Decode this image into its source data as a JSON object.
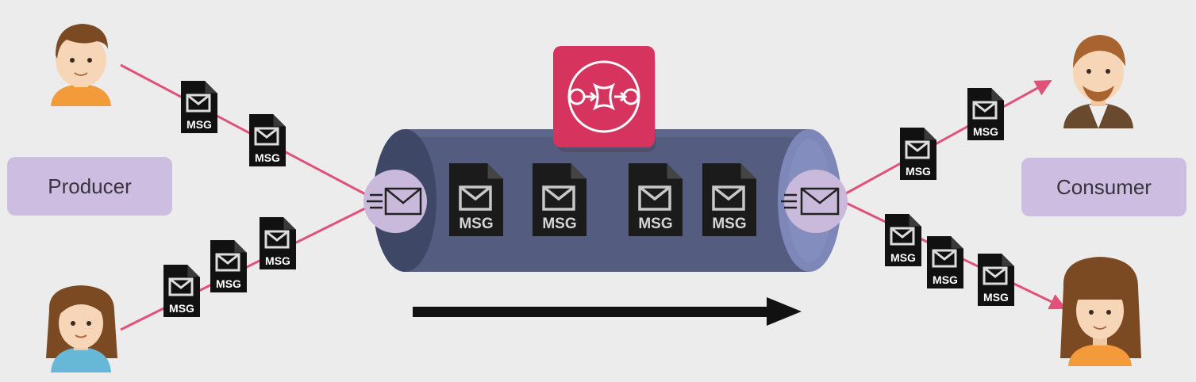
{
  "labels": {
    "producer": "Producer",
    "consumer": "Consumer"
  },
  "message_label": "MSG",
  "icons": {
    "queue_service": "queue-service-icon",
    "envelope": "envelope-icon",
    "message_document": "message-document-icon",
    "producer_avatars": [
      "producer-man-avatar",
      "producer-woman-avatar"
    ],
    "consumer_avatars": [
      "consumer-man-avatar",
      "consumer-woman-avatar"
    ]
  },
  "colors": {
    "background": "#ececec",
    "flow_line": "#e0527a",
    "queue_body": "#545d80",
    "queue_end": "#7d87b8",
    "service_badge": "#d6335f",
    "label_box": "#cdbde0",
    "arrow": "#111111"
  }
}
